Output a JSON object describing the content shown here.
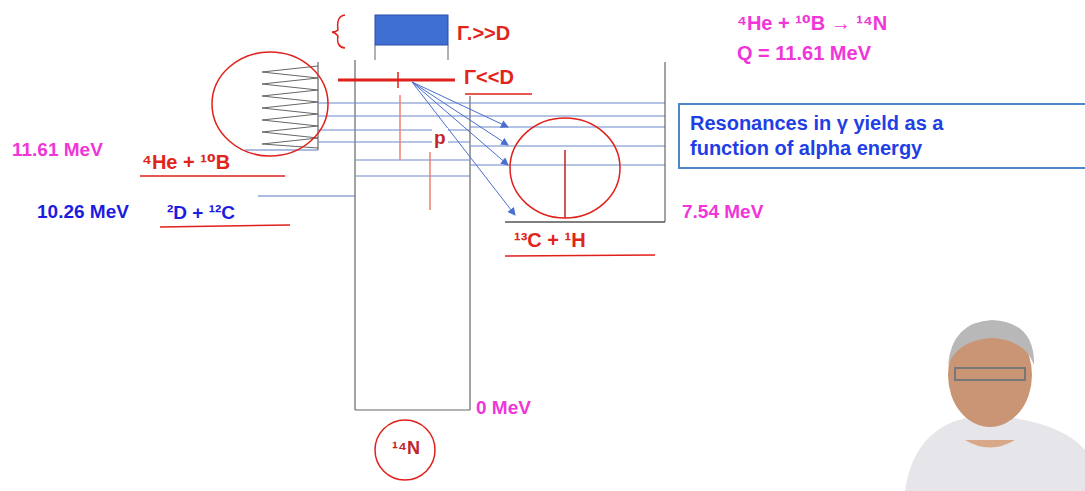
{
  "diagram": {
    "nodes": [
      {
        "text": [
          "Resonances in γ yield as a function of alpha energy"
        ]
      }
    ],
    "labels": [
      "⁴He + ¹⁰B → ¹⁴N",
      "Q = 11.61 MeV",
      "11.61 MeV",
      "⁴He + ¹⁰B",
      "10.26 MeV",
      "²D + ¹²C",
      "Γ.>>D",
      "Γ<<D",
      "p",
      "7.54 MeV",
      "¹³C + ¹H",
      "0 MeV",
      "¹⁴N"
    ]
  }
}
